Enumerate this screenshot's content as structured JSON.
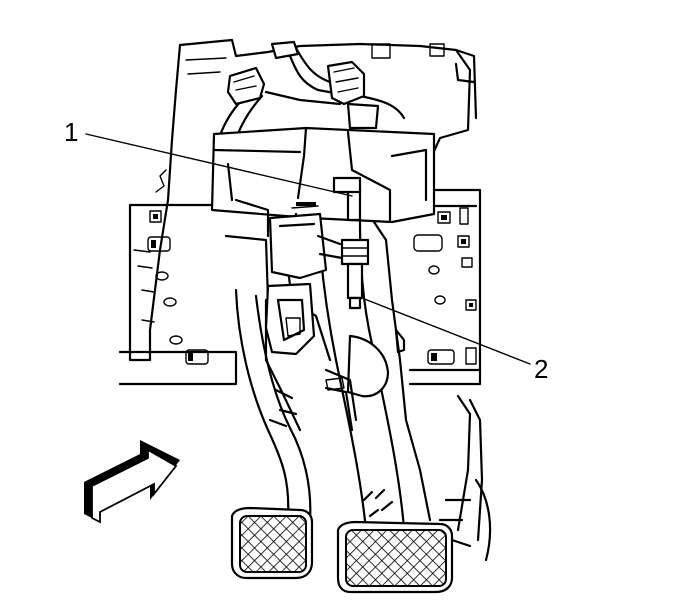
{
  "diagram": {
    "callouts": [
      {
        "id": "1",
        "label": "1"
      },
      {
        "id": "2",
        "label": "2"
      }
    ],
    "line_color": "#000000",
    "background_color": "#ffffff",
    "icons": [
      "view-direction-arrow-icon"
    ]
  }
}
